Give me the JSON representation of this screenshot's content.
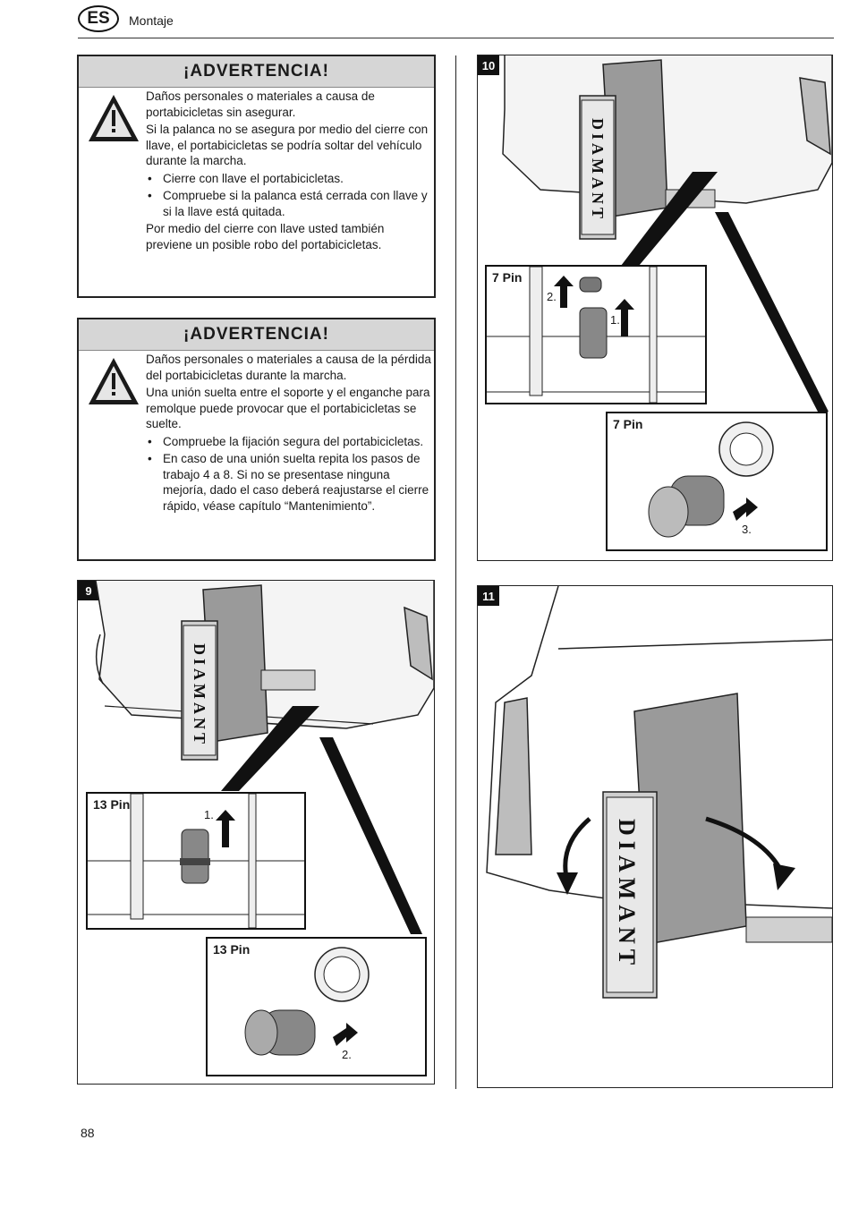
{
  "header": {
    "language_badge": "ES",
    "section_title": "Montaje"
  },
  "warning1": {
    "title": "¡ADVERTENCIA!",
    "paragraphs": [
      "Daños personales o materiales a causa de portabicicletas sin asegurar.",
      "Si la palanca no se asegura por medio del cierre con llave, el portabicicletas se podría soltar del vehículo durante la marcha."
    ],
    "bullets": [
      "Cierre con llave el portabicicletas.",
      "Compruebe si la palanca está cerrada con llave y si la llave está quitada."
    ],
    "closing": "Por medio del cierre con llave usted también previene un posible robo del portabicicletas."
  },
  "warning2": {
    "title": "¡ADVERTENCIA!",
    "paragraphs": [
      "Daños personales o materiales a causa de la pérdida del portabicicletas durante la marcha.",
      "Una unión suelta entre el soporte y el enganche para remolque puede provocar que el portabicicletas se suelte."
    ],
    "bullets": [
      "Compruebe la fijación segura del portabicicletas.",
      "En caso de una unión suelta repita los pasos de trabajo 4 a 8. Si no se presentase ninguna mejoría, dado el caso deberá reajustarse el cierre rápido, véase capítulo “Mantenimiento”."
    ]
  },
  "figure9": {
    "number": "9",
    "brand_text": "DIAMANT",
    "inset_top_label": "13 Pin",
    "inset_top_step": "1.",
    "inset_bottom_label": "13 Pin",
    "inset_bottom_step": "2."
  },
  "figure10": {
    "number": "10",
    "brand_text": "DIAMANT",
    "inset_top_label": "7 Pin",
    "inset_top_step_a": "2.",
    "inset_top_step_b": "1.",
    "inset_bottom_label": "7 Pin",
    "inset_bottom_step": "3."
  },
  "figure11": {
    "number": "11",
    "brand_text": "DIAMANT"
  },
  "footer": {
    "page_number": "88"
  },
  "icons": {
    "warning": "warning-triangle-icon"
  }
}
